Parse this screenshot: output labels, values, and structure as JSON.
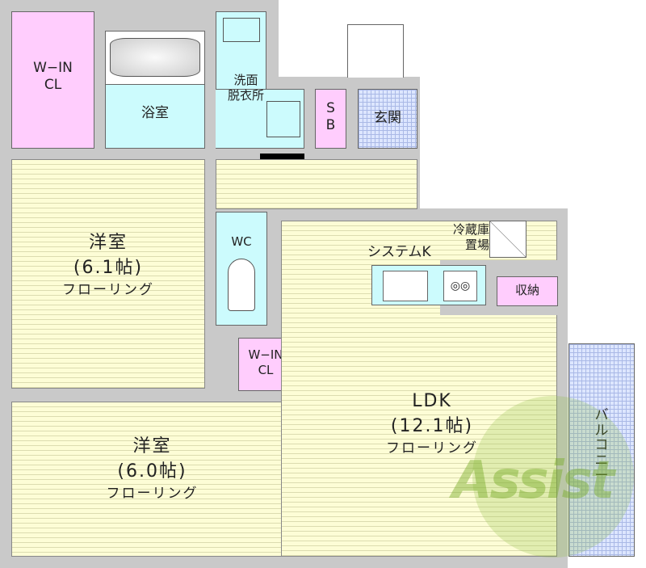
{
  "rooms": {
    "wic1": {
      "line1": "W−IN",
      "line2": "CL"
    },
    "bath": {
      "name": "浴室"
    },
    "washroom": {
      "line1": "洗面",
      "line2": "脱衣所"
    },
    "sb": {
      "line1": "S",
      "line2": "B"
    },
    "entrance": {
      "name": "玄関"
    },
    "bedroom1": {
      "name": "洋室",
      "size": "(6.1帖)",
      "floor": "フローリング"
    },
    "wc": {
      "name": "WC"
    },
    "wic2": {
      "line1": "W−IN",
      "line2": "CL"
    },
    "bedroom2": {
      "name": "洋室",
      "size": "(6.0帖)",
      "floor": "フローリング"
    },
    "ldk": {
      "name": "LDK",
      "size": "(12.1帖)",
      "floor": "フローリング"
    },
    "kitchen": {
      "name": "システムK"
    },
    "fridge": {
      "line1": "冷蔵庫",
      "line2": "置場"
    },
    "storage": {
      "name": "収納"
    },
    "balcony": {
      "name": "バルコニー"
    }
  },
  "watermark": {
    "text": "Assist"
  },
  "colors": {
    "wall": "#c9c9c9",
    "closet": "#ffcdfd",
    "wet_area": "#ccfbfd",
    "flooring": "#fdfdd6",
    "tile": "#dde6ff",
    "watermark": "#8fbf3f"
  }
}
